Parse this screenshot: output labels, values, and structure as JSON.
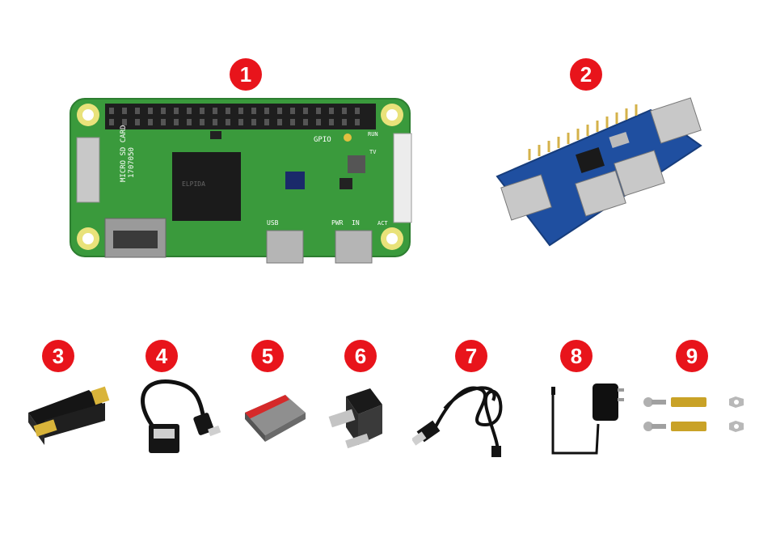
{
  "items": [
    {
      "number": "1",
      "icon": "raspberry-pi-zero-board-icon",
      "board_text": {
        "gpio": "GPIO",
        "run": "RUN",
        "tv": "TV",
        "card": "MICRO SD CARD",
        "chip": "ELPIDA",
        "code": "1707050",
        "usb": "USB",
        "pwr": "PWR",
        "in": "IN",
        "act": "ACT"
      }
    },
    {
      "number": "2",
      "icon": "usb-hub-hat-board-icon"
    },
    {
      "number": "3",
      "icon": "mini-hdmi-adapter-icon"
    },
    {
      "number": "4",
      "icon": "usb-otg-cable-icon"
    },
    {
      "number": "5",
      "icon": "micro-sd-card-icon"
    },
    {
      "number": "6",
      "icon": "usb-connector-adapter-icon"
    },
    {
      "number": "7",
      "icon": "micro-usb-cable-icon"
    },
    {
      "number": "8",
      "icon": "power-adapter-icon"
    },
    {
      "number": "9",
      "icon": "screws-and-standoffs-icon"
    }
  ],
  "colors": {
    "badge": "#e8141b",
    "pcb_green": "#3a9a3c",
    "pcb_blue": "#1f4fa0",
    "gold": "#c9a227"
  }
}
